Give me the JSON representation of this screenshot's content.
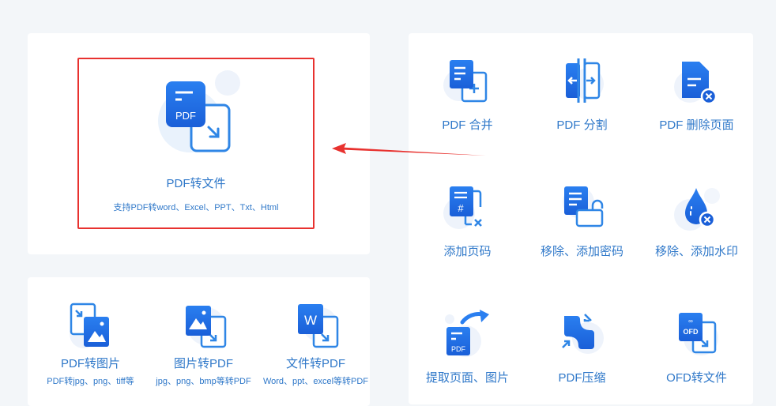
{
  "main_card": {
    "title": "PDF转文件",
    "description": "支持PDF转word、Excel、PPT、Txt、Html",
    "icon": "pdf-to-file-icon",
    "icon_label": "PDF"
  },
  "convert_card": {
    "items": [
      {
        "title": "PDF转图片",
        "description": "PDF转jpg、png、tiff等",
        "icon": "pdf-to-image-icon"
      },
      {
        "title": "图片转PDF",
        "description": "jpg、png、bmp等转PDF",
        "icon": "image-to-pdf-icon"
      },
      {
        "title": "文件转PDF",
        "description": "Word、ppt、excel等转PDF",
        "icon": "file-to-pdf-icon",
        "icon_label": "W"
      }
    ]
  },
  "tools_card": {
    "items": [
      {
        "title": "PDF 合并",
        "icon": "pdf-merge-icon"
      },
      {
        "title": "PDF 分割",
        "icon": "pdf-split-icon"
      },
      {
        "title": "PDF 删除页面",
        "icon": "pdf-delete-page-icon"
      },
      {
        "title": "添加页码",
        "icon": "add-page-number-icon"
      },
      {
        "title": "移除、添加密码",
        "icon": "password-icon"
      },
      {
        "title": "移除、添加水印",
        "icon": "watermark-icon"
      },
      {
        "title": "提取页面、图片",
        "icon": "extract-pages-icon",
        "icon_label": "PDF"
      },
      {
        "title": "PDF压缩",
        "icon": "pdf-compress-icon"
      },
      {
        "title": "OFD转文件",
        "icon": "ofd-to-file-icon",
        "icon_label": "OFD"
      }
    ]
  },
  "annotation": {
    "highlight_color": "#e8322f",
    "arrow_color": "#e8322f"
  },
  "colors": {
    "background": "#f3f6f9",
    "card": "#ffffff",
    "accent": "#1f6fe0",
    "text": "#2f78c9"
  }
}
